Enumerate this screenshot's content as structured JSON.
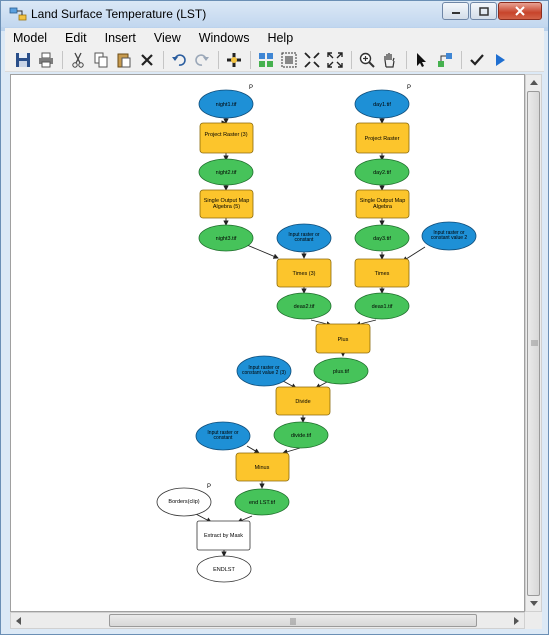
{
  "window": {
    "title": "Land Surface Temperature (LST)"
  },
  "menu": [
    "Model",
    "Edit",
    "Insert",
    "View",
    "Windows",
    "Help"
  ],
  "toolbar_icons": [
    "save-icon",
    "print-icon",
    "cut-icon",
    "copy-icon",
    "paste-icon",
    "delete-icon",
    "undo-icon",
    "redo-icon",
    "add-data-icon",
    "auto-layout-icon",
    "full-extent-icon",
    "zoom-in-fixed-icon",
    "zoom-out-fixed-icon",
    "zoom-in-icon",
    "pan-icon",
    "select-icon",
    "connect-icon",
    "validate-icon",
    "run-icon"
  ],
  "colors": {
    "data_node": "#1e90d6",
    "derived_node": "#46c35a",
    "tool_node": "#fcc52c",
    "plain_node": "#ffffff"
  },
  "model": {
    "nodes": {
      "night1": "night1.tif",
      "day1": "day1.tif",
      "project_raster_3": "Project Raster (3)",
      "project_raster": "Project Raster",
      "night2": "night2.tif",
      "day2": "day2.tif",
      "smap_5": "Single Output Map Algebra (5)",
      "smap": "Single Output Map Algebra",
      "night3": "night3.tif",
      "day3": "day3.tif",
      "input_const": "Input raster or constant",
      "input_const_2": "Input raster or constant value 2",
      "times_3": "Times (3)",
      "times": "Times",
      "deas2": "deas2.tif",
      "deas1": "deas1.tif",
      "plus": "Plus",
      "input_const_2_3": "Input raster or constant value 2 (3)",
      "plus_tif": "plus.tif",
      "divide": "Divide",
      "input_const_b": "Input raster or constant",
      "divide_tif": "divide.tif",
      "minus": "Minus",
      "borders": "Borders(clip)",
      "end_lst": "end LST.tif",
      "extract": "Extract by Mask",
      "endlst": "ENDLST",
      "param_mark": "P"
    }
  }
}
